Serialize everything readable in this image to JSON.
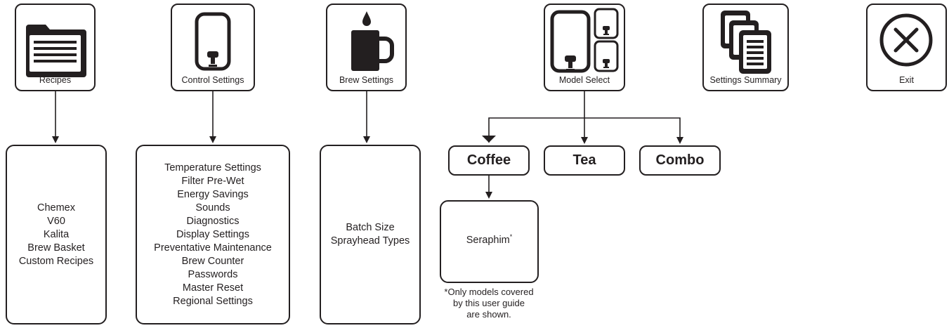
{
  "menu": {
    "recipes_label": "Recipes",
    "control_settings_label": "Control Settings",
    "brew_settings_label": "Brew Settings",
    "model_select_label": "Model Select",
    "settings_summary_label": "Settings Summary",
    "exit_label": "Exit"
  },
  "recipes_list": [
    "Chemex",
    "V60",
    "Kalita",
    "Brew Basket",
    "Custom Recipes"
  ],
  "control_settings_list": [
    "Temperature Settings",
    "Filter Pre-Wet",
    "Energy Savings",
    "Sounds",
    "Diagnostics",
    "Display Settings",
    "Preventative Maintenance",
    "Brew Counter",
    "Passwords",
    "Master Reset",
    "Regional Settings"
  ],
  "brew_settings_list": [
    "Batch Size",
    "Sprayhead Types"
  ],
  "model_options": {
    "coffee_label": "Coffee",
    "tea_label": "Tea",
    "combo_label": "Combo"
  },
  "coffee_models": {
    "model_name": "Seraphim",
    "asterisk": "*"
  },
  "footnote": [
    "*Only models covered",
    "by this user guide",
    "are shown."
  ],
  "icons": {
    "recipes": "folder-icon",
    "control_settings": "dispenser-icon",
    "brew_settings": "mug-icon",
    "model_select": "dispenser-models-icon",
    "settings_summary": "documents-icon",
    "exit": "close-circle-icon"
  },
  "colors": {
    "stroke": "#231f20",
    "background": "#ffffff"
  }
}
